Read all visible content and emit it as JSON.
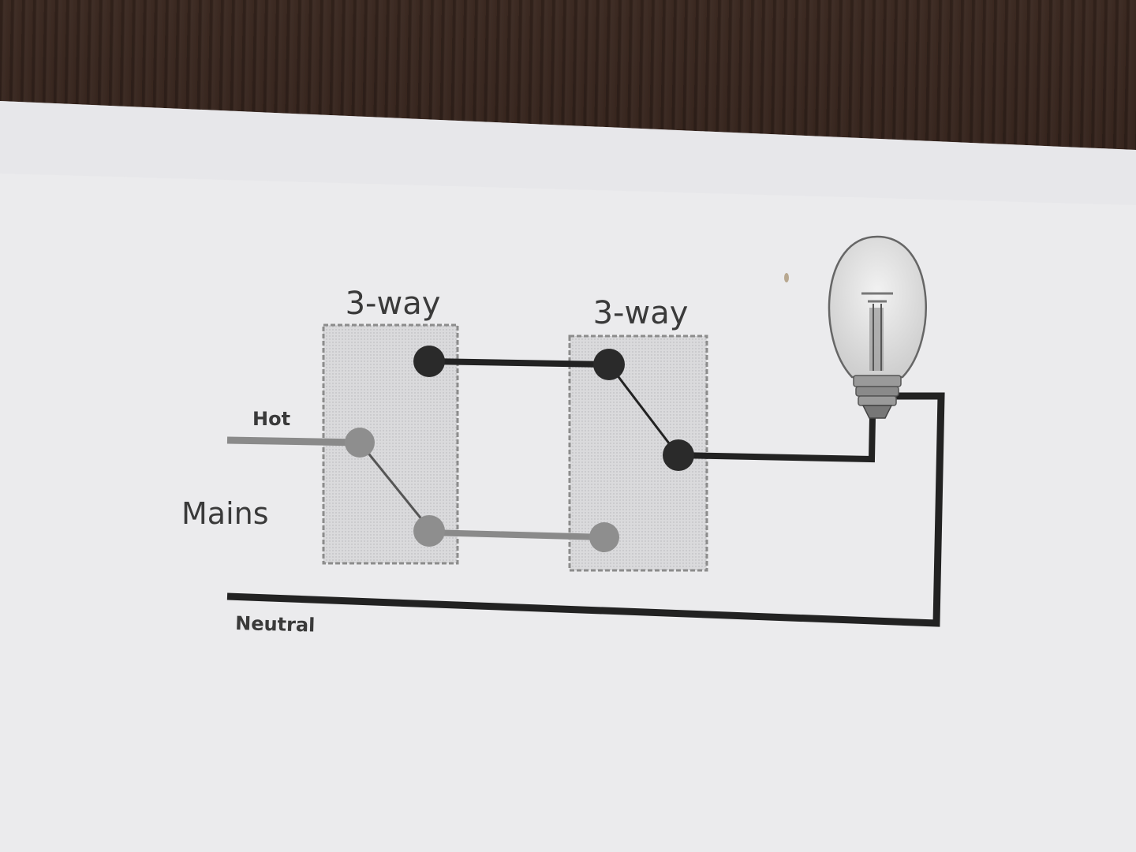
{
  "diagram": {
    "labels": {
      "switch_left": "3-way",
      "switch_right": "3-way",
      "hot": "Hot",
      "mains": "Mains",
      "neutral": "Neutral"
    },
    "icons": {
      "bulb": "light-bulb-icon"
    },
    "colors": {
      "paper": "#ebebed",
      "wire_dark": "#222222",
      "wire_gray": "#8a8a8a",
      "switch_box": "#d4d4d6"
    }
  }
}
